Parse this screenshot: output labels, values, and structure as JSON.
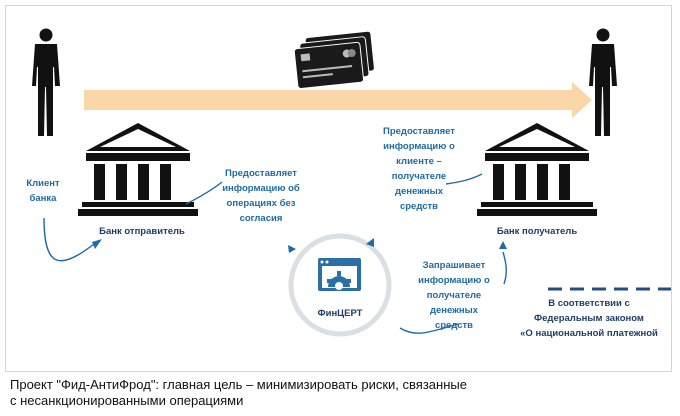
{
  "diagram": {
    "client_label": "Клиент\nбанка",
    "sender_bank_label": "Банк отправитель",
    "sender_info_text": "Предоставляет\nинформацию об\nоперациях без\nсогласия",
    "receiver_info_text": "Предоставляет\nинформацию о\nклиенте –\nполучателе\nденежных\nсредств",
    "receiver_bank_label": "Банк получатель",
    "fincert_label": "ФинЦЕРТ",
    "request_text": "Запрашивает\nинформацию о\nполучателе\nденежных\nсредств",
    "legend_text": "В соответствии с\nФедеральным законом\n«О национальной платежной",
    "colors": {
      "arrow": "#fbd6a8",
      "accent_blue": "#1f6aa8",
      "icon_blue": "#2b6fa8",
      "circle_border": "#dadfe4"
    }
  },
  "caption": "Проект \"Фид-АнтиФрод\": главная цель – минимизировать риски, связанные\nс несанкционированными операциями"
}
